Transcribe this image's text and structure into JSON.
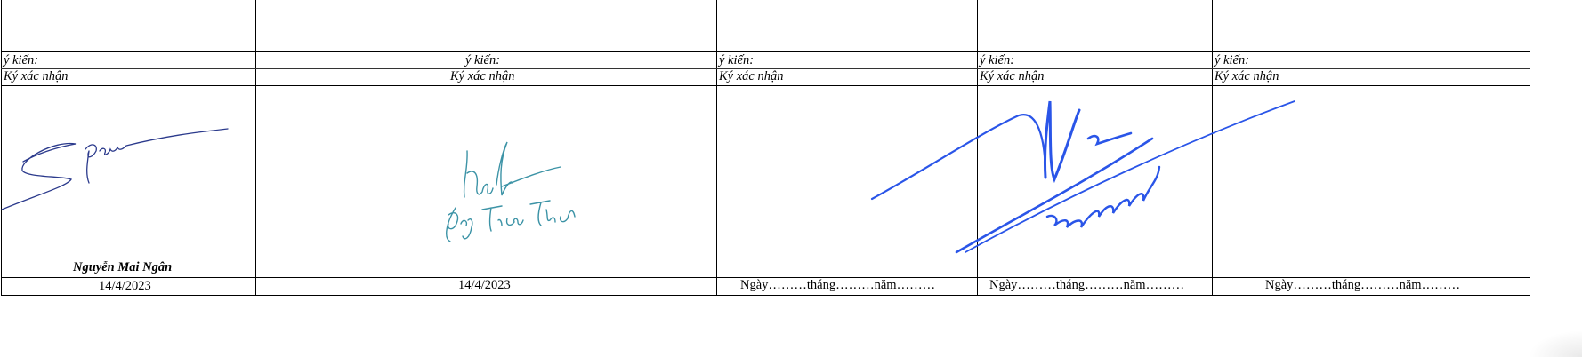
{
  "columns": [
    {
      "comment_label": "ý kiến:",
      "sign_label": "Ký xác nhận",
      "signer_name": "Nguyễn Mai Ngân",
      "date": "14/4/2023"
    },
    {
      "comment_label": "ý kiến:",
      "sign_label": "Ký xác nhận",
      "signer_name": "",
      "date": "14/4/2023"
    },
    {
      "comment_label": "ý kiến:",
      "sign_label": "Ký xác nhận",
      "signer_name": "",
      "date": "Ngày………tháng………năm………"
    },
    {
      "comment_label": "ý kiến:",
      "sign_label": "Ký xác nhận",
      "signer_name": "",
      "date": "Ngày………tháng………năm………"
    },
    {
      "comment_label": "ý kiến:",
      "sign_label": "Ký xác nhận",
      "signer_name": "",
      "date": "Ngày………tháng………năm………"
    }
  ],
  "signatures": [
    {
      "icon": "handwritten-signature",
      "ink_color": "#2b3a8c"
    },
    {
      "icon": "handwritten-signature",
      "ink_color": "#3c93a6",
      "text": "Đặng Tiến Thành"
    },
    {
      "icon": "handwritten-signature",
      "ink_color": "#2a55e8"
    }
  ]
}
